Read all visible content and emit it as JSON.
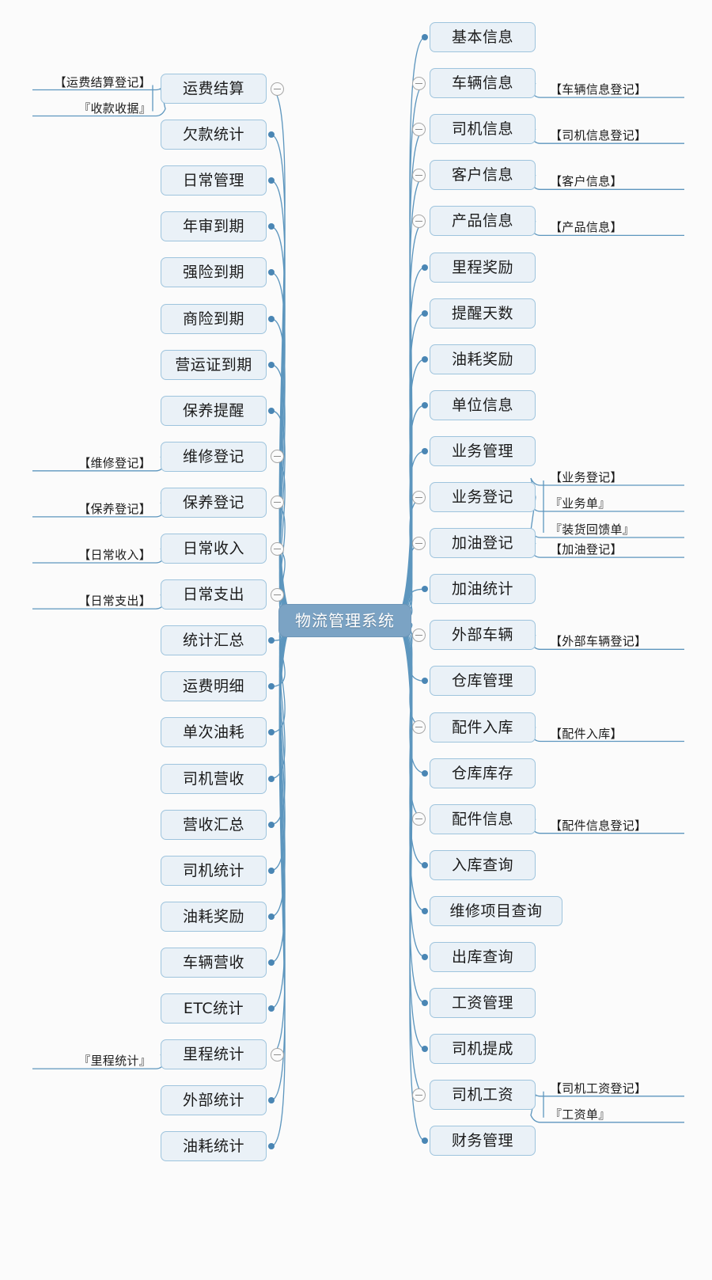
{
  "diagram": {
    "type": "mindmap",
    "title": "物流管理系统",
    "root": {
      "label": "物流管理系统"
    },
    "colors": {
      "root_fill": "#7ba3c4",
      "root_text": "#ffffff",
      "node_fill": "#eaf1f7",
      "node_border": "#9ec4dd",
      "link": "#5d96be",
      "dot": "#4a86b4",
      "background": "#fbfbfb"
    },
    "left_branches": [
      {
        "label": "运费结算",
        "collapsed": true,
        "children": [
          "【运费结算登记】",
          "『收款收据』"
        ]
      },
      {
        "label": "欠款统计",
        "collapsed": false,
        "children": []
      },
      {
        "label": "日常管理",
        "collapsed": false,
        "children": []
      },
      {
        "label": "年审到期",
        "collapsed": false,
        "children": []
      },
      {
        "label": "强险到期",
        "collapsed": false,
        "children": []
      },
      {
        "label": "商险到期",
        "collapsed": false,
        "children": []
      },
      {
        "label": "营运证到期",
        "collapsed": false,
        "children": []
      },
      {
        "label": "保养提醒",
        "collapsed": false,
        "children": []
      },
      {
        "label": "维修登记",
        "collapsed": true,
        "children": [
          "【维修登记】"
        ]
      },
      {
        "label": "保养登记",
        "collapsed": true,
        "children": [
          "【保养登记】"
        ]
      },
      {
        "label": "日常收入",
        "collapsed": true,
        "children": [
          "【日常收入】"
        ]
      },
      {
        "label": "日常支出",
        "collapsed": true,
        "children": [
          "【日常支出】"
        ]
      },
      {
        "label": "统计汇总",
        "collapsed": false,
        "children": []
      },
      {
        "label": "运费明细",
        "collapsed": false,
        "children": []
      },
      {
        "label": "单次油耗",
        "collapsed": false,
        "children": []
      },
      {
        "label": "司机营收",
        "collapsed": false,
        "children": []
      },
      {
        "label": "营收汇总",
        "collapsed": false,
        "children": []
      },
      {
        "label": "司机统计",
        "collapsed": false,
        "children": []
      },
      {
        "label": "油耗奖励",
        "collapsed": false,
        "children": []
      },
      {
        "label": "车辆营收",
        "collapsed": false,
        "children": []
      },
      {
        "label": "ETC统计",
        "collapsed": false,
        "children": []
      },
      {
        "label": "里程统计",
        "collapsed": true,
        "children": [
          "『里程统计』"
        ]
      },
      {
        "label": "外部统计",
        "collapsed": false,
        "children": []
      },
      {
        "label": "油耗统计",
        "collapsed": false,
        "children": []
      }
    ],
    "right_branches": [
      {
        "label": "基本信息",
        "collapsed": false,
        "children": []
      },
      {
        "label": "车辆信息",
        "collapsed": true,
        "children": [
          "【车辆信息登记】"
        ]
      },
      {
        "label": "司机信息",
        "collapsed": true,
        "children": [
          "【司机信息登记】"
        ]
      },
      {
        "label": "客户信息",
        "collapsed": true,
        "children": [
          "【客户信息】"
        ]
      },
      {
        "label": "产品信息",
        "collapsed": true,
        "children": [
          "【产品信息】"
        ]
      },
      {
        "label": "里程奖励",
        "collapsed": false,
        "children": []
      },
      {
        "label": "提醒天数",
        "collapsed": false,
        "children": []
      },
      {
        "label": "油耗奖励",
        "collapsed": false,
        "children": []
      },
      {
        "label": "单位信息",
        "collapsed": false,
        "children": []
      },
      {
        "label": "业务管理",
        "collapsed": false,
        "children": []
      },
      {
        "label": "业务登记",
        "collapsed": true,
        "children": [
          "【业务登记】",
          "『业务单』",
          "『装货回馈单』"
        ]
      },
      {
        "label": "加油登记",
        "collapsed": true,
        "children": [
          "【加油登记】"
        ]
      },
      {
        "label": "加油统计",
        "collapsed": false,
        "children": []
      },
      {
        "label": "外部车辆",
        "collapsed": true,
        "children": [
          "【外部车辆登记】"
        ]
      },
      {
        "label": "仓库管理",
        "collapsed": false,
        "children": []
      },
      {
        "label": "配件入库",
        "collapsed": true,
        "children": [
          "【配件入库】"
        ]
      },
      {
        "label": "仓库库存",
        "collapsed": false,
        "children": []
      },
      {
        "label": "配件信息",
        "collapsed": true,
        "children": [
          "【配件信息登记】"
        ]
      },
      {
        "label": "入库查询",
        "collapsed": false,
        "children": []
      },
      {
        "label": "维修项目查询",
        "collapsed": false,
        "children": []
      },
      {
        "label": "出库查询",
        "collapsed": false,
        "children": []
      },
      {
        "label": "工资管理",
        "collapsed": false,
        "children": []
      },
      {
        "label": "司机提成",
        "collapsed": false,
        "children": []
      },
      {
        "label": "司机工资",
        "collapsed": true,
        "children": [
          "【司机工资登记】",
          "『工资单』"
        ]
      },
      {
        "label": "财务管理",
        "collapsed": false,
        "children": []
      }
    ]
  }
}
